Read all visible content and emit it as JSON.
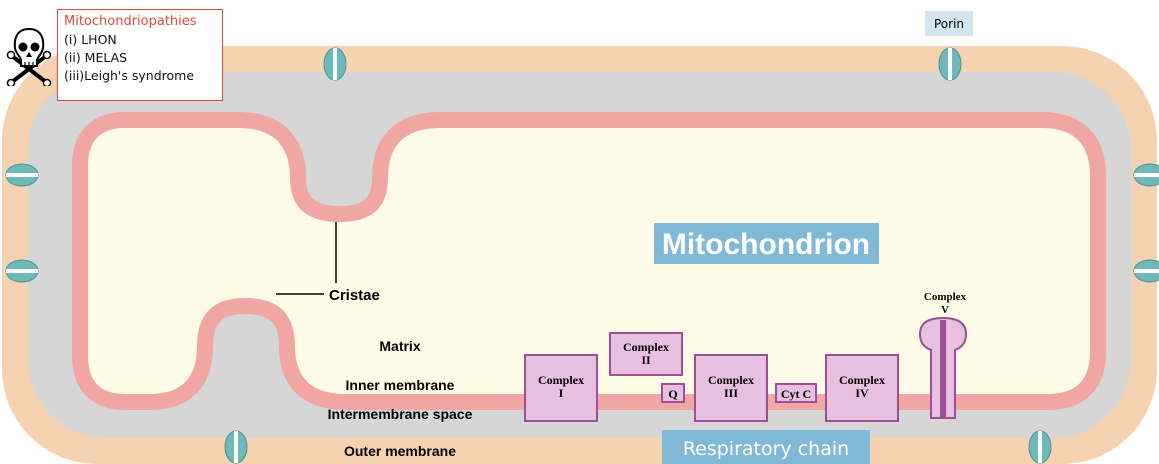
{
  "legend": {
    "title": "Mitochondriopathies",
    "items": [
      "(i) LHON",
      "(ii) MELAS",
      "(iii)Leigh's syndrome"
    ]
  },
  "porin_label": "Porin",
  "title": "Mitochondrion",
  "cristae_label": "Cristae",
  "labels": {
    "matrix": "Matrix",
    "inner_membrane": "Inner membrane",
    "intermembrane_space": "Intermembrane space",
    "outer_membrane": "Outer membrane"
  },
  "complexes": [
    {
      "word": "Complex",
      "num": "I"
    },
    {
      "word": "Complex",
      "num": "II"
    },
    {
      "word": "Complex",
      "num": "III"
    },
    {
      "word": "Complex",
      "num": "IV"
    },
    {
      "word": "Complex",
      "num": "V"
    }
  ],
  "q_label": "Q",
  "cytc_label": "Cyt C",
  "respiratory_chain_label": "Respiratory chain",
  "colors": {
    "outer_membrane": "#f5d3b1",
    "intermembrane": "#d6d6d6",
    "inner_membrane": "#f0a7a4",
    "matrix": "#fffbe6",
    "complex_fill": "#e8c0df",
    "complex_border": "#9b4f94",
    "label_box": "#7fb9d6",
    "porin": "#6fb8b8",
    "legend_accent": "#e0473a"
  }
}
